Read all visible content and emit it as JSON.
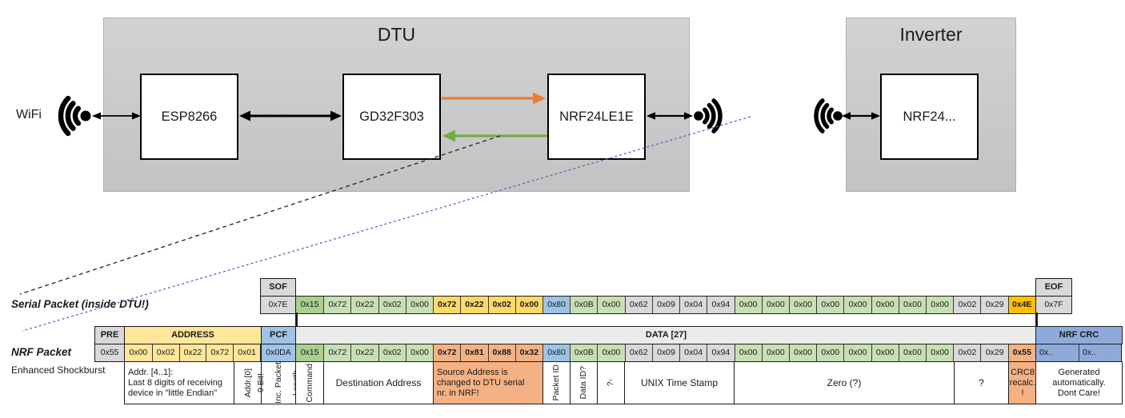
{
  "colors": {
    "accent_orange_arrow": "#ed7d31",
    "accent_green_arrow": "#70ad47",
    "dashed_blue": "#4472c4",
    "cell_dark_green": "#a9d08e",
    "cell_light_green": "#c6e0b4",
    "cell_gold": "#ffd966",
    "cell_amber": "#ffc000",
    "cell_orange": "#f4b183",
    "cell_blue": "#9dc3e6",
    "cell_gray": "#d9d9d9",
    "cell_yellow": "#ffe699",
    "cell_crc_blue": "#8eaadb"
  },
  "diagram": {
    "wifi_label": "WiFi",
    "dtu": {
      "title": "DTU",
      "esp": "ESP8266",
      "gd": "GD32F303",
      "nrf": "NRF24LE1E"
    },
    "inverter": {
      "title": "Inverter",
      "nrf": "NRF24..."
    }
  },
  "serial": {
    "label": "Serial Packet (inside DTU!)",
    "sof_header": "SOF",
    "sof_value": "0x7E",
    "eof_header": "EOF",
    "eof_value": "0x7F",
    "bytes": [
      {
        "v": "0x15",
        "c": "dg"
      },
      {
        "v": "0x72",
        "c": "lg"
      },
      {
        "v": "0x22",
        "c": "lg"
      },
      {
        "v": "0x02",
        "c": "lg"
      },
      {
        "v": "0x00",
        "c": "lg"
      },
      {
        "v": "0x72",
        "c": "gd",
        "b": 1
      },
      {
        "v": "0x22",
        "c": "gd",
        "b": 1
      },
      {
        "v": "0x02",
        "c": "gd",
        "b": 1
      },
      {
        "v": "0x00",
        "c": "gd",
        "b": 1
      },
      {
        "v": "0x80",
        "c": "bl"
      },
      {
        "v": "0x0B",
        "c": "lg"
      },
      {
        "v": "0x00",
        "c": "lg"
      },
      {
        "v": "0x62",
        "c": "gy"
      },
      {
        "v": "0x09",
        "c": "gy"
      },
      {
        "v": "0x04",
        "c": "gy"
      },
      {
        "v": "0x94",
        "c": "gy"
      },
      {
        "v": "0x00",
        "c": "lg"
      },
      {
        "v": "0x00",
        "c": "lg"
      },
      {
        "v": "0x00",
        "c": "lg"
      },
      {
        "v": "0x00",
        "c": "lg"
      },
      {
        "v": "0x00",
        "c": "lg"
      },
      {
        "v": "0x00",
        "c": "lg"
      },
      {
        "v": "0x00",
        "c": "lg"
      },
      {
        "v": "0x00",
        "c": "lg"
      },
      {
        "v": "0x02",
        "c": "gy"
      },
      {
        "v": "0x29",
        "c": "gy"
      },
      {
        "v": "0x4E",
        "c": "am",
        "b": 1
      }
    ]
  },
  "nrf": {
    "label": "NRF Packet",
    "sublabel": "Enhanced Shockburst",
    "pre_header": "PRE",
    "pre_value": "0x55",
    "address_header": "ADDRESS",
    "address_values": [
      {
        "v": "0x00",
        "c": "yl"
      },
      {
        "v": "0x02",
        "c": "yl"
      },
      {
        "v": "0x22",
        "c": "yl"
      },
      {
        "v": "0x72",
        "c": "yl"
      },
      {
        "v": "0x01",
        "c": "yl"
      }
    ],
    "pcf_header": "PCF",
    "pcf_value": "0x0DA",
    "data_header": "DATA [27]",
    "bytes": [
      {
        "v": "0x15",
        "c": "dg"
      },
      {
        "v": "0x72",
        "c": "lg"
      },
      {
        "v": "0x22",
        "c": "lg"
      },
      {
        "v": "0x02",
        "c": "lg"
      },
      {
        "v": "0x00",
        "c": "lg"
      },
      {
        "v": "0x72",
        "c": "og",
        "b": 1
      },
      {
        "v": "0x81",
        "c": "og",
        "b": 1
      },
      {
        "v": "0x88",
        "c": "og",
        "b": 1
      },
      {
        "v": "0x32",
        "c": "og",
        "b": 1
      },
      {
        "v": "0x80",
        "c": "bl"
      },
      {
        "v": "0x0B",
        "c": "lg"
      },
      {
        "v": "0x00",
        "c": "lg"
      },
      {
        "v": "0x62",
        "c": "gy"
      },
      {
        "v": "0x09",
        "c": "gy"
      },
      {
        "v": "0x04",
        "c": "gy"
      },
      {
        "v": "0x94",
        "c": "gy"
      },
      {
        "v": "0x00",
        "c": "lg"
      },
      {
        "v": "0x00",
        "c": "lg"
      },
      {
        "v": "0x00",
        "c": "lg"
      },
      {
        "v": "0x00",
        "c": "lg"
      },
      {
        "v": "0x00",
        "c": "lg"
      },
      {
        "v": "0x00",
        "c": "lg"
      },
      {
        "v": "0x00",
        "c": "lg"
      },
      {
        "v": "0x00",
        "c": "lg"
      },
      {
        "v": "0x02",
        "c": "gy"
      },
      {
        "v": "0x29",
        "c": "gy"
      },
      {
        "v": "0x55",
        "c": "og",
        "b": 1
      }
    ],
    "crc_header": "NRF CRC",
    "crc_values": [
      {
        "v": "0x..",
        "c": "cb"
      },
      {
        "v": "0x..",
        "c": "cb"
      }
    ]
  },
  "annotations": {
    "addr_note": "Addr. [4..1]:\nLast 8 digits of receiving\ndevice in \"little Endian\"",
    "addr0": "Addr.[0]",
    "pcf_note_lines": [
      "9 Bit!",
      "Inc. Packet",
      "Length"
    ],
    "command": "Command",
    "dest": "Destination Address",
    "src_note": "Source Address is\nchanged to DTU serial\nnr. in NRF!",
    "packet_id": "Packet ID",
    "data_id": "Data ID?",
    "q1": "?-",
    "unix": "UNIX Time Stamp",
    "zero": "Zero (?)",
    "q2": "?",
    "crc8": "CRC8\nrecalc.\n!",
    "generated": "Generated\nautomatically.\nDont Care!"
  }
}
